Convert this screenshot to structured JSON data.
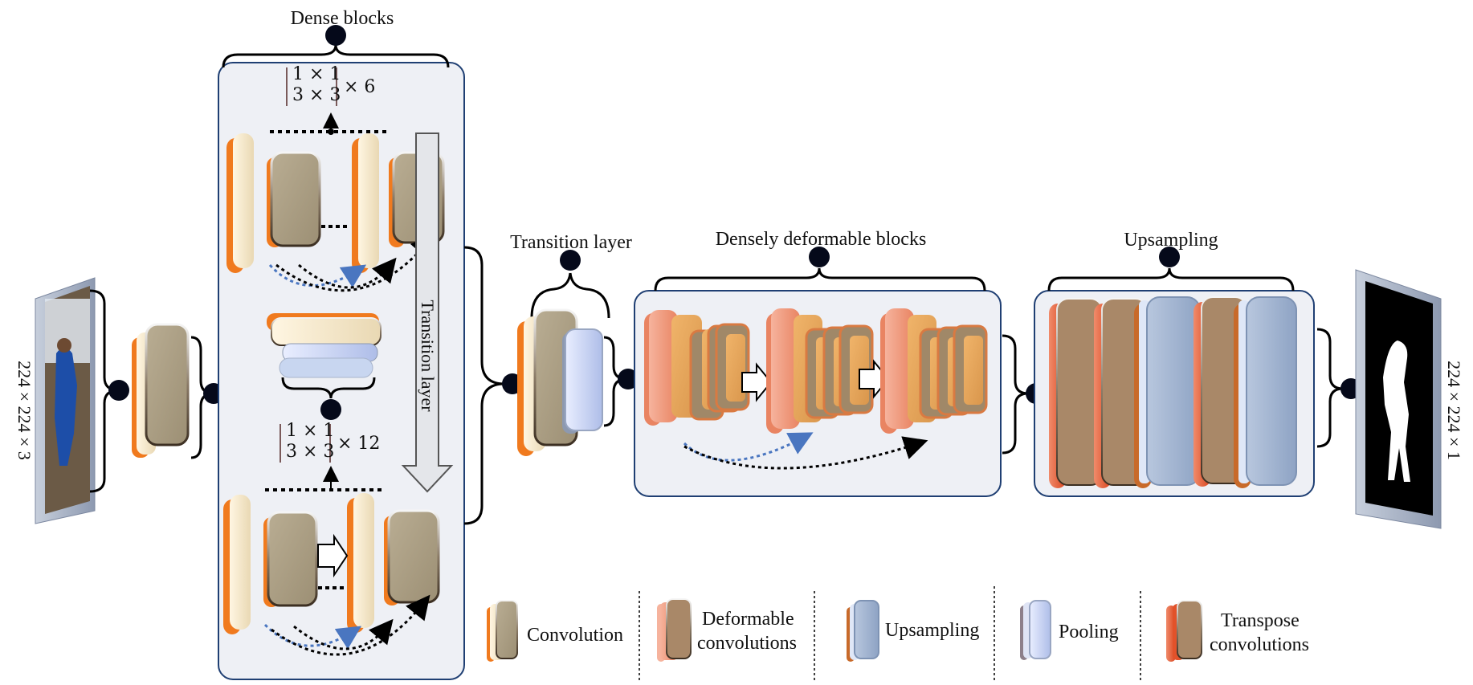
{
  "sections": {
    "dense_blocks": "Dense blocks",
    "transition_layer": "Transition layer",
    "densely_deformable_blocks": "Densely deformable blocks",
    "upsampling": "Upsampling"
  },
  "side_transition_label": "Transition layer",
  "matrix_top": {
    "line1": "1 × 1",
    "line2": "3 × 3",
    "mult": "× 6"
  },
  "matrix_bottom": {
    "line1": "1 × 1",
    "line2": "3 × 3",
    "mult": "× 12"
  },
  "input_dims": "224 × 224 × 3",
  "output_dims": "224 × 224 × 1",
  "legend": [
    {
      "line1": "Convolution",
      "line2": "",
      "icon": "convolution-icon"
    },
    {
      "line1": "Deformable",
      "line2": "convolutions",
      "icon": "deformable-convolution-icon"
    },
    {
      "line1": "Upsampling",
      "line2": "",
      "icon": "upsampling-icon"
    },
    {
      "line1": "Pooling",
      "line2": "",
      "icon": "pooling-icon"
    },
    {
      "line1": "Transpose",
      "line2": "convolutions",
      "icon": "transpose-convolution-icon"
    }
  ],
  "colors": {
    "panel_fill": "#eef0f5",
    "panel_border": "#1f3f73",
    "conv_orange": "#f07a1e",
    "conv_cream": "#f3e4c6",
    "conv_tan": "#a99c82",
    "deform_salmon": "#ef8e73",
    "deform_core": "#e3a35b",
    "up_blue": "#9fb2cf",
    "pool_lavender": "#c8d2f0",
    "transpose_red": "#e2522a",
    "node_fill": "#05091a",
    "dashed_blue": "#4a76c0"
  }
}
